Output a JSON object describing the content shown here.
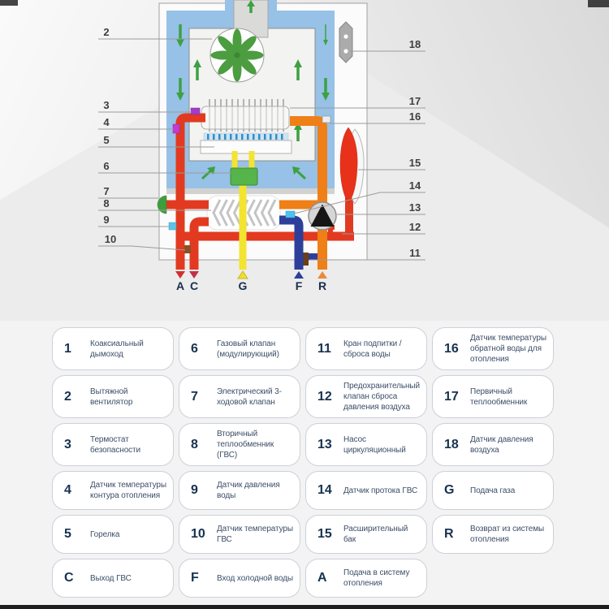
{
  "diagram": {
    "callouts_left": [
      {
        "num": "2"
      },
      {
        "num": "3"
      },
      {
        "num": "4"
      },
      {
        "num": "5"
      },
      {
        "num": "6"
      },
      {
        "num": "7"
      },
      {
        "num": "8"
      },
      {
        "num": "9"
      },
      {
        "num": "10"
      }
    ],
    "callouts_right": [
      {
        "num": "18"
      },
      {
        "num": "17"
      },
      {
        "num": "16"
      },
      {
        "num": "15"
      },
      {
        "num": "14"
      },
      {
        "num": "13"
      },
      {
        "num": "12"
      },
      {
        "num": "11"
      }
    ],
    "ports": [
      {
        "letter": "A"
      },
      {
        "letter": "C"
      },
      {
        "letter": "G"
      },
      {
        "letter": "F"
      },
      {
        "letter": "R"
      }
    ],
    "colors": {
      "jacket_blue": "#97c1e6",
      "pipe_red": "#e23a20",
      "pipe_orange": "#ef7f17",
      "pipe_yellow": "#f2e431",
      "pipe_blue": "#2d3f9b",
      "arrow_green": "#3da142",
      "tank_red": "#e8311a",
      "valve_green": "#55b44a"
    }
  },
  "legend": {
    "items": [
      {
        "id": "1",
        "label": "Коаксиальный дымоход"
      },
      {
        "id": "6",
        "label": "Газовый клапан (модулирующий)"
      },
      {
        "id": "11",
        "label": "Кран подпитки / сброса воды"
      },
      {
        "id": "16",
        "label": "Датчик температуры обратной воды для отопления"
      },
      {
        "id": "2",
        "label": "Вытяжной вентилятор"
      },
      {
        "id": "7",
        "label": "Электрический 3- ходовой клапан"
      },
      {
        "id": "12",
        "label": "Предохранительный клапан сброса давления воздуха"
      },
      {
        "id": "17",
        "label": "Первичный теплообменник"
      },
      {
        "id": "3",
        "label": "Термостат безопасности"
      },
      {
        "id": "8",
        "label": "Вторичный теплообменник (ГВС)"
      },
      {
        "id": "13",
        "label": "Насос циркуляционный"
      },
      {
        "id": "18",
        "label": "Датчик давления воздуха"
      },
      {
        "id": "4",
        "label": "Датчик температуры контура отопления"
      },
      {
        "id": "9",
        "label": "Датчик давления воды"
      },
      {
        "id": "14",
        "label": "Датчик протока ГВС"
      },
      {
        "id": "G",
        "label": "Подача газа"
      },
      {
        "id": "5",
        "label": "Горелка"
      },
      {
        "id": "10",
        "label": "Датчик температуры ГВС"
      },
      {
        "id": "15",
        "label": "Расширительный бак"
      },
      {
        "id": "R",
        "label": "Возврат из системы отопления"
      },
      {
        "id": "C",
        "label": "Выход ГВС"
      },
      {
        "id": "F",
        "label": "Вход холодной воды"
      },
      {
        "id": "A",
        "label": "Подача в систему отопления"
      }
    ]
  }
}
